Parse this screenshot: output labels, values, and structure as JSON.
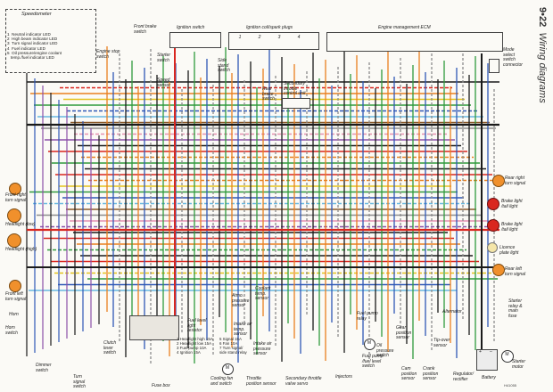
{
  "page_header": {
    "page_number": "9•22",
    "section_title": "Wiring diagrams"
  },
  "speedometer": {
    "title": "Speedometer",
    "legend": [
      {
        "num": "1",
        "text": "Neutral indicator LED"
      },
      {
        "num": "2",
        "text": "High beam indicator LED"
      },
      {
        "num": "3",
        "text": "Turn signal indicator LED"
      },
      {
        "num": "4",
        "text": "Fuel indicator LED"
      },
      {
        "num": "5",
        "text": "Oil pressure/engine coolant"
      },
      {
        "num": "",
        "text": "temp./fuel indicator LED"
      }
    ]
  },
  "labels": {
    "front_brake_switch": "Front brake\nswitch",
    "ignition_switch": "Ignition switch",
    "ignition_coil": "Ignition coil/spark plugs",
    "coil_numbers": [
      "1",
      "2",
      "3",
      "4"
    ],
    "engine_ecm": "Engine management ECM",
    "mode_select": "Mode\nselect\nswitch\nconnector",
    "engine_stop": "Engine stop\nswitch",
    "starter_switch": "Starter\nswitch",
    "speed_sensor": "Speed\nsensor",
    "side_stand": "Side\nstand\nswitch",
    "rear_brake": "Rear\nbrake\nswitch",
    "secondary_throttle": "Secondary\nthrottle\ncontrol unit",
    "front_right_turn": "Front right\nturn signal",
    "headlight_low": "Headlight (low)",
    "headlight_high": "Headlight (high)",
    "front_left_turn": "Front left\nturn signal",
    "horn": "Horn",
    "horn_switch": "Horn\nswitch",
    "clutch_lever": "Clutch\nlever\nswitch",
    "dimmer_switch": "Dimmer\nswitch",
    "turn_signal_switch": "Turn\nsignal\nswitch",
    "fuse_box": "Fuse box",
    "fuel_level_resistor": "Fuel level\nlight\nresistor",
    "cooling_fan": "Cooling fan\nand switch",
    "atmo_sensor": "Atmo.\npressure\nsensor",
    "coolant_temp": "Coolant\ntemp.\nsensor",
    "intake_air_temp": "Intake air\ntemp.\nsensor",
    "intake_air_pressure": "Intake air\npressure\nsensor",
    "throttle_position": "Throttle\nposition sensor",
    "secondary_throttle_servo": "Secondary throttle\nvalve servo",
    "injectors": "Injectors",
    "fuel_pump_relay": "Fuel pump\nrelay",
    "oil_pressure": "Oil\npressure\nswitch",
    "fuel_pump": "Fuel pump\n/fuel level\nswitch",
    "gear_position": "Gear\nposition\nsensor",
    "cam_position": "Cam\nposition\nsensor",
    "crank_position": "Crank\nposition\nsensor",
    "alternator": "Alternator",
    "tip_over": "Tip-over\nsensor",
    "regulator": "Regulator/\nrectifier",
    "battery": "Battery",
    "starter_relay": "Starter\nrelay &\nmain\nfuse",
    "starter_motor": "Starter\nmotor",
    "rear_right_turn": "Rear right\nturn signal",
    "brake_tail_1": "Brake light\n/tail light",
    "brake_tail_2": "Brake light\n/tail light",
    "licence_plate": "Licence\nplate light",
    "rear_left_turn": "Rear left\nturn signal",
    "motor_m": "M",
    "fuel_pump_m": "M",
    "starter_m": "M",
    "battery_plus": "+",
    "battery_minus": "–",
    "ref_code": "H41055"
  },
  "fuse_list": {
    "left": [
      "1  Headlight high 15A",
      "2  Headlight low 15A",
      "3  Fuel pump 10A",
      "4  Ignition 15A"
    ],
    "right": [
      "5  Signal 15A",
      "6  Fan 10A",
      "7  Turn signal/",
      "    side stand relay"
    ]
  },
  "colors": {
    "black": "#1a1a1a",
    "red": "#d9261f",
    "orange": "#e9801f",
    "yellow": "#e4c21c",
    "green": "#2f9a3c",
    "blue": "#2f58b6",
    "lightblue": "#67b8e0",
    "brown": "#8a5a2b",
    "grey": "#8c8c8c",
    "pink": "#e58fb0",
    "violet": "#8b4fa8",
    "white": "#d8d8d8",
    "bulb_orange": "#f0902c"
  }
}
